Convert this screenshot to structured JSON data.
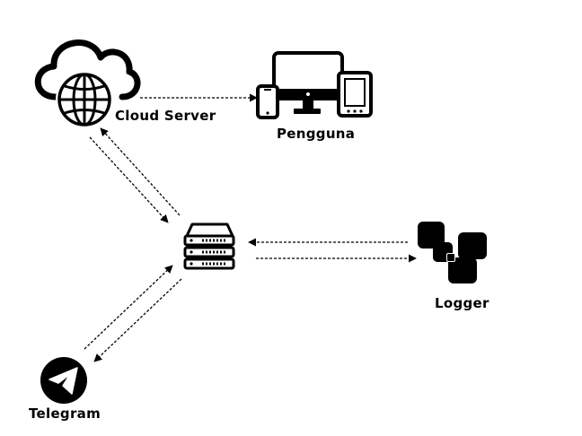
{
  "nodes": {
    "cloud_server": {
      "label": "Cloud Server",
      "icon": "cloud-globe-icon"
    },
    "pengguna": {
      "label": "Pengguna",
      "icon": "devices-icon"
    },
    "server": {
      "icon": "server-rack-icon"
    },
    "logger": {
      "label": "Logger",
      "icon": "logger-blocks-icon"
    },
    "telegram": {
      "label": "Telegram",
      "icon": "telegram-icon"
    }
  },
  "connections": [
    {
      "from": "cloud_server",
      "to": "pengguna",
      "direction": "one-way"
    },
    {
      "from": "cloud_server",
      "to": "server",
      "direction": "two-way"
    },
    {
      "from": "server",
      "to": "logger",
      "direction": "two-way"
    },
    {
      "from": "server",
      "to": "telegram",
      "direction": "two-way"
    }
  ],
  "colors": {
    "ink": "#000000",
    "background": "#ffffff"
  }
}
